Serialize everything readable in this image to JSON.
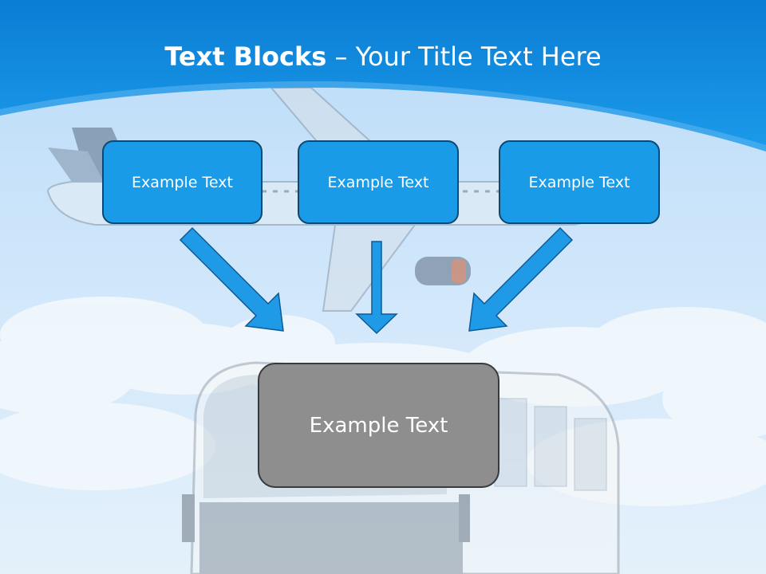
{
  "slide": {
    "title_bold": "Text Blocks",
    "title_dash": " – ",
    "title_rest": "Your Title Text Here",
    "top_boxes": [
      {
        "label": "Example Text"
      },
      {
        "label": "Example Text"
      },
      {
        "label": "Example Text"
      }
    ],
    "center_box": {
      "label": "Example Text"
    }
  },
  "colors": {
    "header_blue": "#0d8ae0",
    "box_blue": "#1a9be8",
    "box_border": "#0f4770",
    "center_gray": "#8e8e8e",
    "arrow_blue": "#1e9ae6"
  },
  "background": {
    "icons": [
      "airplane-icon",
      "bus-icon",
      "clouds"
    ]
  }
}
